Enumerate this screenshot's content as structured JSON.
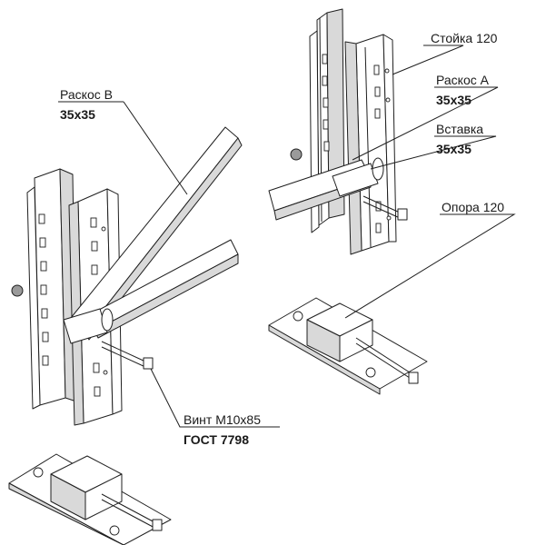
{
  "labels": {
    "stoyka": {
      "name": "Стойка 120"
    },
    "raskos_a": {
      "name": "Раскос А",
      "size": "35x35"
    },
    "vstavka": {
      "name": "Вставка",
      "size": "35x35"
    },
    "opora": {
      "name": "Опора 120"
    },
    "raskos_b": {
      "name": "Раскос В",
      "size": "35x35"
    },
    "vint": {
      "name": "Винт М10х85",
      "standard": "ГОСТ 7798"
    }
  }
}
